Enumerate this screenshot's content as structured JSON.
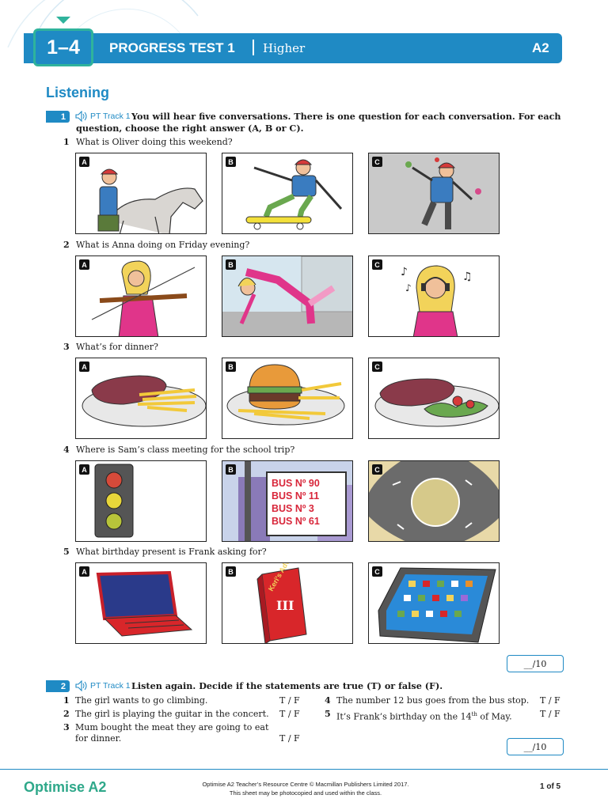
{
  "header": {
    "unit": "1–4",
    "title": "PROGRESS TEST 1",
    "level_word": "Higher",
    "level_code": "A2"
  },
  "section_title": "Listening",
  "exercise1": {
    "number": "1",
    "track": "PT Track 1",
    "instruction_line1": "You will hear five conversations. There is one question for each conversation. For each",
    "instruction_line2": "question, choose the right answer (A, B or C).",
    "questions": [
      {
        "num": "1",
        "text": "What is Oliver doing this weekend?"
      },
      {
        "num": "2",
        "text": "What is Anna doing on Friday evening?"
      },
      {
        "num": "3",
        "text": "What’s for dinner?"
      },
      {
        "num": "4",
        "text": "Where is Sam’s class meeting for the school trip?"
      },
      {
        "num": "5",
        "text": "What birthday present is Frank asking for?"
      }
    ],
    "options": [
      "A",
      "B",
      "C"
    ],
    "bus_sign": [
      "BUS Nº 90",
      "BUS Nº 11",
      "BUS Nº 3",
      "BUS Nº 61"
    ],
    "game_box_text": "Keri's Adventures",
    "game_box_numeral": "III",
    "score": "__/10"
  },
  "exercise2": {
    "number": "2",
    "track": "PT Track 1",
    "instruction": "Listen again. Decide if the statements are true (T) or false (F).",
    "left": [
      {
        "num": "1",
        "line1": "The girl wants to go climbing.",
        "line2": "",
        "tf": "T / F"
      },
      {
        "num": "2",
        "line1": "The girl is playing the guitar in the concert.",
        "line2": "",
        "tf": "T / F"
      },
      {
        "num": "3",
        "line1": "Mum bought the meat they are going to eat",
        "line2": "for dinner.",
        "tf": "T / F"
      }
    ],
    "right": [
      {
        "num": "4",
        "line1": "The number 12 bus goes from the bus stop.",
        "tf": "T / F"
      },
      {
        "num": "5",
        "line1": "It’s Frank’s birthday on the 14",
        "sup": "th",
        "line1_end": " of May.",
        "tf": "T / F"
      }
    ],
    "score": "__/10"
  },
  "footer": {
    "brand": "Optimise A2",
    "copyright_line1": "Optimise A2 Teacher’s Resource Centre © Macmillan Publishers Limited 2017.",
    "copyright_line2": "This sheet may be photocopied and used within the class.",
    "page": "1 of 5"
  },
  "colors": {
    "brand_blue": "#1f8ac4",
    "brand_green": "#2fa88a"
  }
}
